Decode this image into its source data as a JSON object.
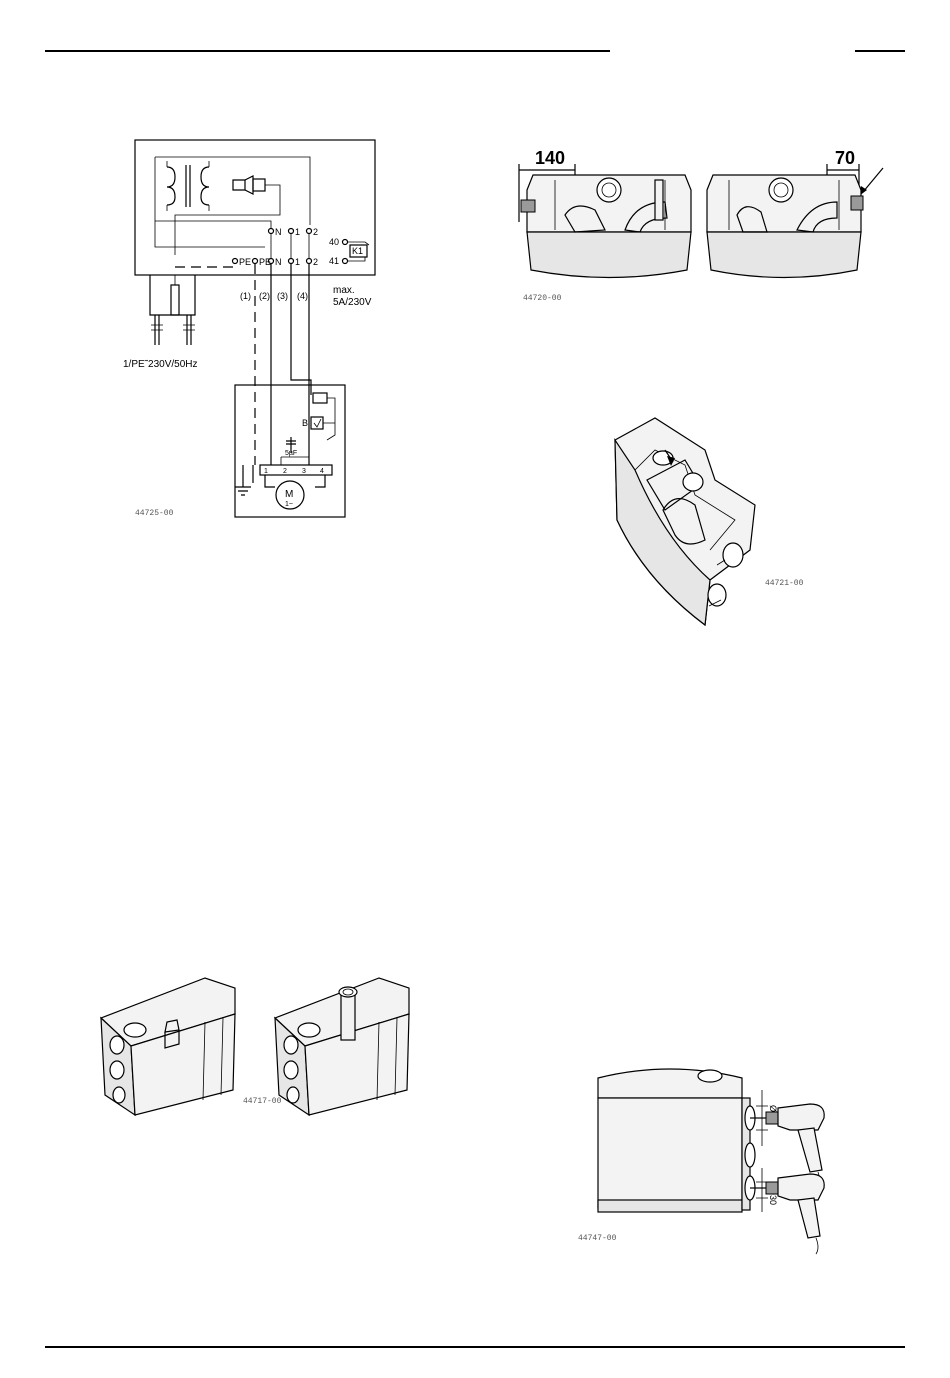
{
  "wiring_diagram": {
    "terminals_top": [
      "N",
      "1",
      "2"
    ],
    "terminals_bottom": [
      "PE",
      "PE",
      "N",
      "1",
      "2"
    ],
    "relay_terminals": [
      "40",
      "41"
    ],
    "relay_label": "K1",
    "wire_labels": [
      "(1)",
      "(2)",
      "(3)",
      "(4)"
    ],
    "rating_line1": "max.",
    "rating_line2": "5A/230V",
    "supply_label": "1/PE˜230V/50Hz",
    "sensor_label": "B",
    "capacitor_label": "5µF",
    "motor_symbol": "M",
    "motor_phase": "1~",
    "motor_terminals": [
      "1",
      "2",
      "3",
      "4"
    ],
    "figure_code": "44725-00"
  },
  "installation_depth": {
    "dim_left": "140",
    "dim_right": "70",
    "figure_code": "44720-00"
  },
  "open_unit": {
    "figure_code": "44721-00"
  },
  "vent_fit": {
    "figure_code": "44717-00"
  },
  "drilling": {
    "dia_top": "Ø45",
    "dia_bottom": "Ø30",
    "figure_code": "44747-00"
  }
}
